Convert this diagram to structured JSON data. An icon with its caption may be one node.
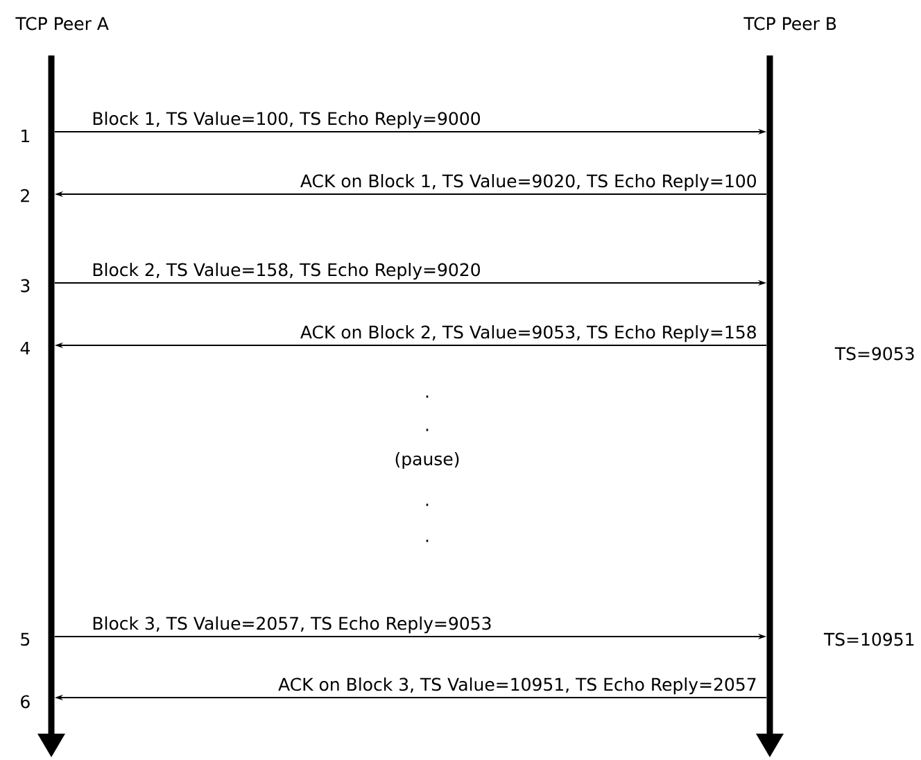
{
  "diagram": {
    "nodes": [
      {
        "text": [
          "TCP Peer A"
        ]
      },
      {
        "text": [
          "TCP Peer B"
        ]
      },
      {
        "text": [],
        "shape": "bar"
      },
      {
        "text": [],
        "shape": "bar"
      }
    ],
    "edges": [
      {
        "from": 2,
        "to": 3,
        "arrow": "to",
        "label": "Block 1, TS Value=100, TS Echo Reply=9000"
      },
      {
        "from": 3,
        "to": 2,
        "arrow": "to",
        "label": "ACK on Block 1, TS Value=9020, TS Echo Reply=100"
      },
      {
        "from": 2,
        "to": 3,
        "arrow": "to",
        "label": "Block 2, TS Value=158, TS Echo Reply=9020"
      },
      {
        "from": 3,
        "to": 2,
        "arrow": "to",
        "label": "ACK on Block 2, TS Value=9053, TS Echo Reply=158"
      },
      {
        "from": 2,
        "to": 3,
        "arrow": "to",
        "label": "Block 3, TS Value=2057, TS Echo Reply=9053"
      },
      {
        "from": 3,
        "to": 2,
        "arrow": "to",
        "label": "ACK on Block 3, TS Value=10951, TS Echo Reply=2057"
      }
    ],
    "labels": [
      "1",
      "2",
      "3",
      "4",
      "TS=9053",
      ".",
      ".",
      "(pause)",
      ".",
      ".",
      "5",
      "TS=10951",
      "6"
    ]
  }
}
